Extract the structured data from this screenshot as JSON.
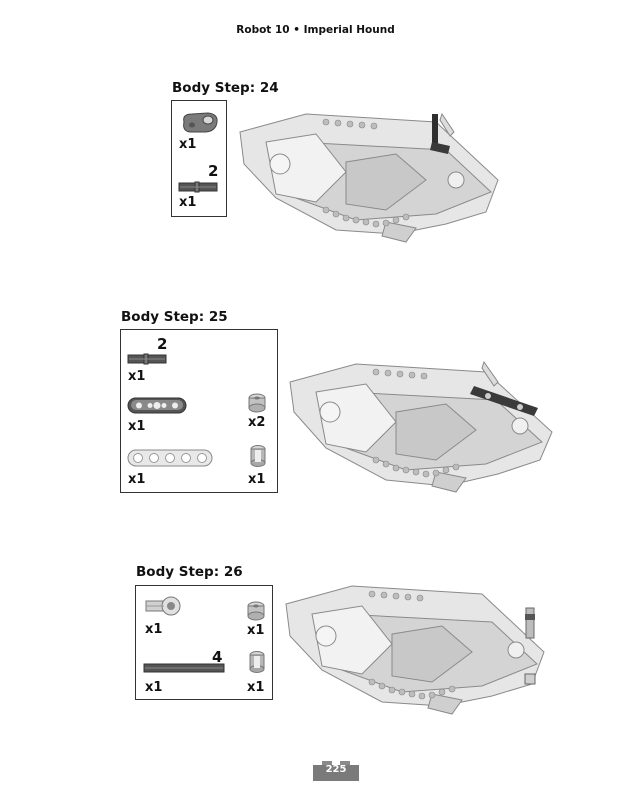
{
  "header": {
    "robot": "Robot 10",
    "separator": "•",
    "name": "Imperial Hound"
  },
  "steps": [
    {
      "title": "Body Step: 24",
      "parts": [
        {
          "icon": "double-cam-icon",
          "qty": "x1"
        },
        {
          "icon": "axle-icon",
          "length": "2",
          "qty": "x1"
        }
      ]
    },
    {
      "title": "Body Step: 25",
      "parts": [
        {
          "icon": "axle-icon",
          "length": "2",
          "qty": "x1"
        },
        {
          "icon": "thick-liftarm-icon",
          "qty": "x1"
        },
        {
          "icon": "bush-icon",
          "qty": "x2"
        },
        {
          "icon": "thin-liftarm-icon",
          "qty": "x1"
        },
        {
          "icon": "half-bush-icon",
          "qty": "x1"
        }
      ]
    },
    {
      "title": "Body Step: 26",
      "parts": [
        {
          "icon": "axle-pin-connector-icon",
          "qty": "x1"
        },
        {
          "icon": "bush-icon",
          "qty": "x1"
        },
        {
          "icon": "axle-icon",
          "length": "4",
          "qty": "x1"
        },
        {
          "icon": "half-bush-icon",
          "qty": "x1"
        }
      ]
    }
  ],
  "page_number": "225"
}
